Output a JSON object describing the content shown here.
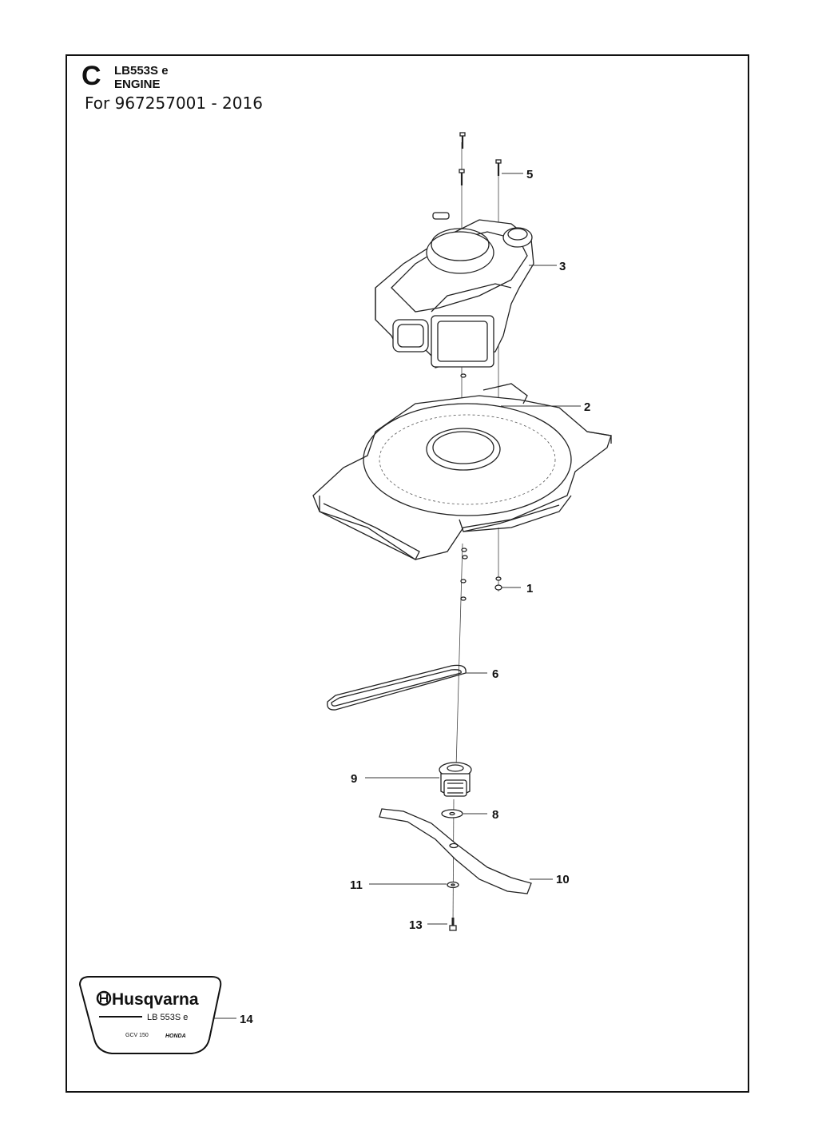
{
  "header": {
    "section_letter": "C",
    "model": "LB553S e",
    "section_title": "ENGINE",
    "applies_to": "For 967257001 - 2016"
  },
  "callouts": [
    {
      "id": "1",
      "label": "1"
    },
    {
      "id": "2",
      "label": "2"
    },
    {
      "id": "3",
      "label": "3"
    },
    {
      "id": "5",
      "label": "5"
    },
    {
      "id": "6",
      "label": "6"
    },
    {
      "id": "8",
      "label": "8"
    },
    {
      "id": "9",
      "label": "9"
    },
    {
      "id": "10",
      "label": "10"
    },
    {
      "id": "11",
      "label": "11"
    },
    {
      "id": "13",
      "label": "13"
    },
    {
      "id": "14",
      "label": "14"
    }
  ],
  "decal": {
    "brand": "Husqvarna",
    "model": "LB 553S e",
    "engine": "GCV 150",
    "engine_brand": "HONDA"
  }
}
